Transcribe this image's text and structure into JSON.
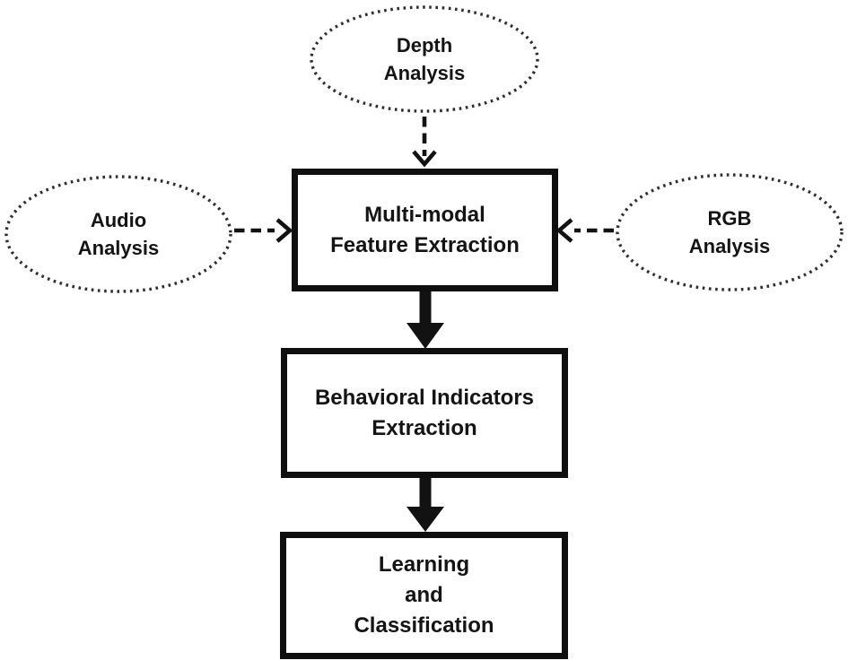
{
  "diagram": {
    "type": "flowchart",
    "nodes": {
      "depth": {
        "label": "Depth\nAnalysis",
        "shape": "dotted-ellipse"
      },
      "audio": {
        "label": "Audio\nAnalysis",
        "shape": "dotted-ellipse"
      },
      "rgb": {
        "label": "RGB\nAnalysis",
        "shape": "dotted-ellipse"
      },
      "feature": {
        "label": "Multi-modal\nFeature Extraction",
        "shape": "rectangle"
      },
      "behavioral": {
        "label": "Behavioral Indicators\nExtraction",
        "shape": "rectangle"
      },
      "learning": {
        "label": "Learning\nand\nClassification",
        "shape": "rectangle"
      }
    },
    "edges": [
      {
        "from": "Depth Analysis",
        "to": "Multi-modal Feature Extraction",
        "style": "dashed"
      },
      {
        "from": "Audio Analysis",
        "to": "Multi-modal Feature Extraction",
        "style": "dashed"
      },
      {
        "from": "RGB Analysis",
        "to": "Multi-modal Feature Extraction",
        "style": "dashed"
      },
      {
        "from": "Multi-modal Feature Extraction",
        "to": "Behavioral Indicators Extraction",
        "style": "solid"
      },
      {
        "from": "Behavioral Indicators Extraction",
        "to": "Learning and Classification",
        "style": "solid"
      }
    ],
    "colors": {
      "ink": "#121212",
      "dotted_stroke": "#2e2e2e",
      "background": "#ffffff"
    }
  }
}
